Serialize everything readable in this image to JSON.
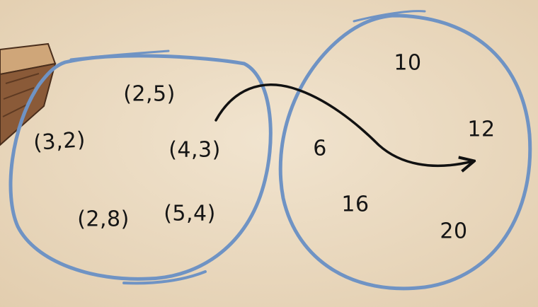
{
  "domain_set": {
    "pairs": [
      "(2,5)",
      "(3,2)",
      "(4,3)",
      "(2,8)",
      "(5,4)"
    ]
  },
  "codomain_set": {
    "values": [
      "10",
      "6",
      "12",
      "16",
      "20"
    ]
  },
  "mapping": {
    "from": "(4,3)",
    "to": "12"
  },
  "colors": {
    "paper": "#ecdcc4",
    "ellipse_stroke": "#6f93c4",
    "arrow": "#111111",
    "text": "#151515",
    "block_wood": "#8a5a38"
  }
}
